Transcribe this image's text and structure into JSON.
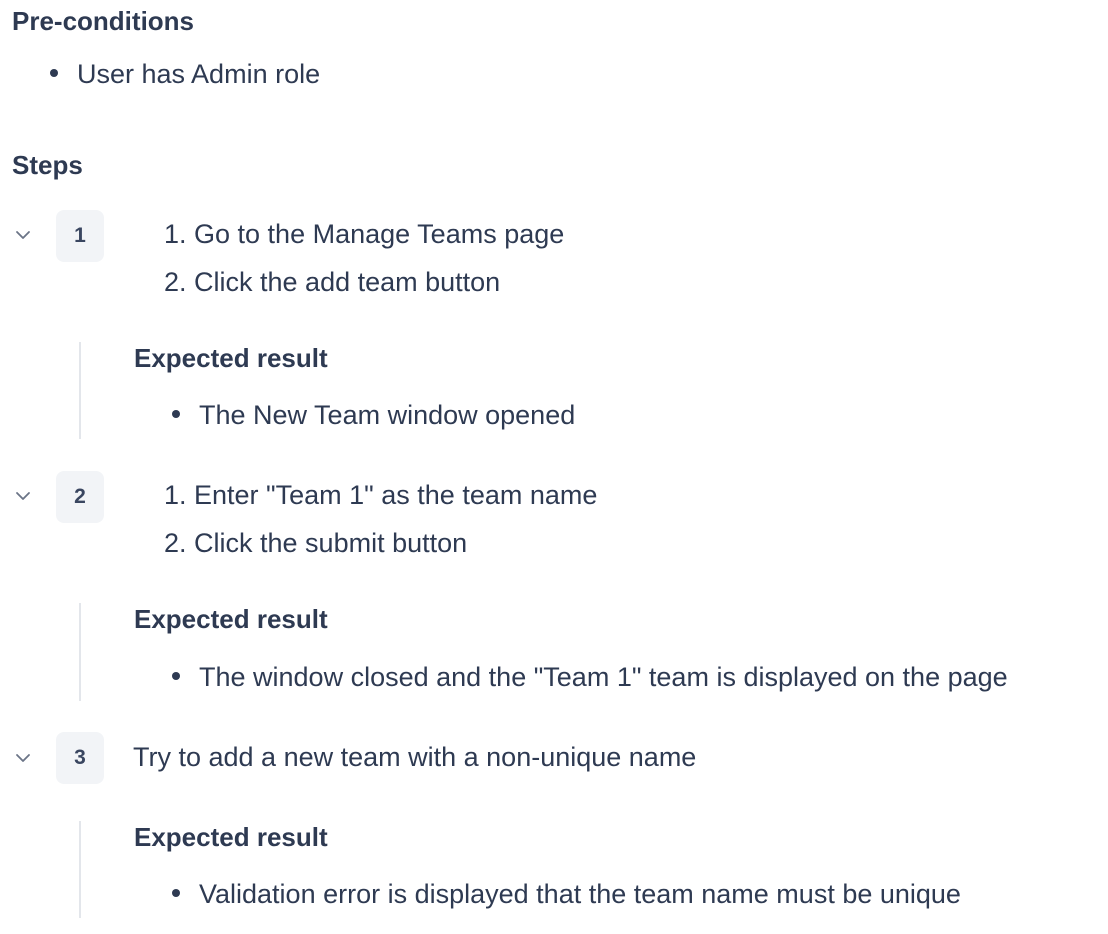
{
  "preconditions": {
    "title": "Pre-conditions",
    "items": [
      "User has Admin role"
    ]
  },
  "steps": {
    "title": "Steps",
    "expected_result_label": "Expected result",
    "list": [
      {
        "number": "1",
        "actions": [
          "1. Go to the Manage Teams page",
          "2. Click the add team button"
        ],
        "expected": [
          "The New Team window opened"
        ]
      },
      {
        "number": "2",
        "actions": [
          "1. Enter \"Team 1\" as the team name",
          "2. Click the submit button"
        ],
        "expected": [
          "The window closed and the \"Team 1\" team is displayed on the page"
        ]
      },
      {
        "number": "3",
        "action_text": "Try to add a new team with a non-unique name",
        "expected": [
          "Validation error is displayed that the team name must be unique"
        ]
      }
    ]
  },
  "icons": {
    "collapse": "chevron-down-icon"
  },
  "colors": {
    "text": "#2e3a52",
    "badge_bg": "#f2f4f7",
    "rule": "#e3e6eb"
  }
}
